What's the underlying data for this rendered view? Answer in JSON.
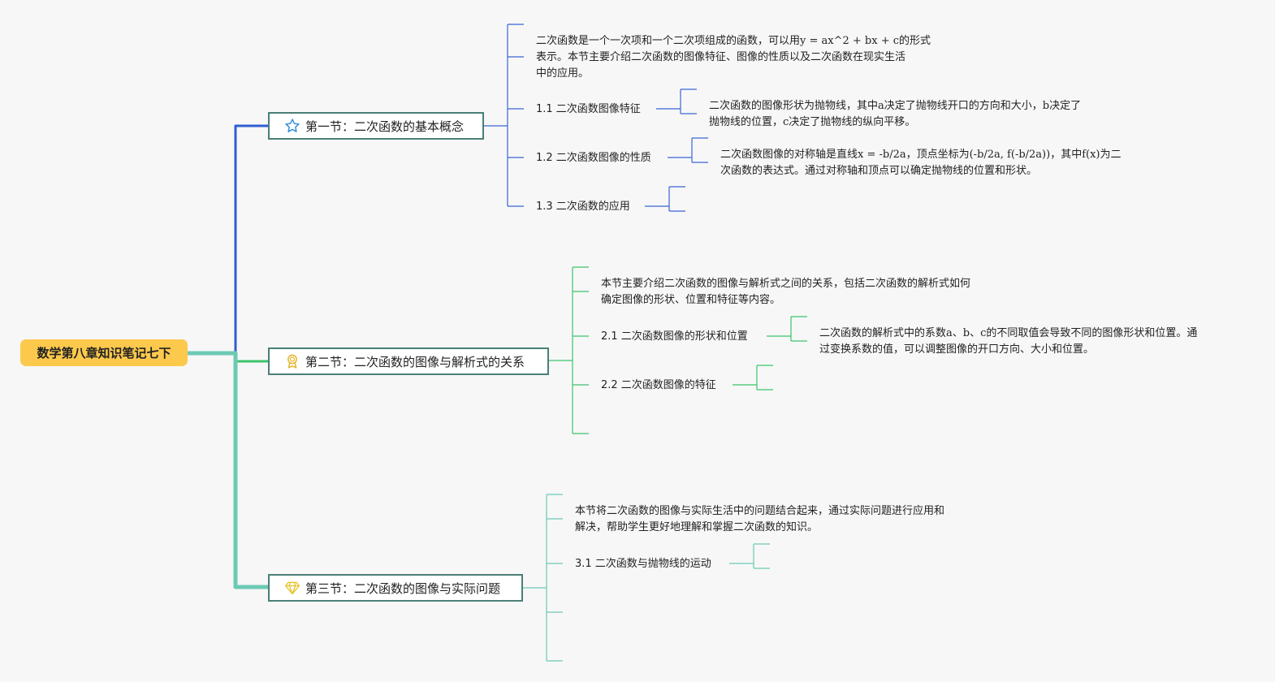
{
  "root": {
    "label": "数学第八章知识笔记七下",
    "color": "#fcc94c"
  },
  "colors": {
    "section1": "#2f5fd0",
    "section2": "#3cc46b",
    "section3": "#6cc9b4",
    "border": "#4a7f76"
  },
  "sections": [
    {
      "icon": "star-icon",
      "label": "第一节：二次函数的基本概念",
      "intro_lines": [
        "二次函数是一个一次项和一个二次项组成的函数，可以用y = ax^2 + bx + c的形式",
        "表示。本节主要介绍二次函数的图像特征、图像的性质以及二次函数在现实生活",
        "中的应用。"
      ],
      "items": [
        {
          "label": "1.1 二次函数图像特征",
          "detail_lines": [
            "二次函数的图像形状为抛物线，其中a决定了抛物线开口的方向和大小，b决定了",
            "抛物线的位置，c决定了抛物线的纵向平移。"
          ]
        },
        {
          "label": "1.2 二次函数图像的性质",
          "detail_lines": [
            "二次函数图像的对称轴是直线x = -b/2a，顶点坐标为(-b/2a, f(-b/2a))，其中f(x)为二",
            "次函数的表达式。通过对称轴和顶点可以确定抛物线的位置和形状。"
          ]
        },
        {
          "label": "1.3 二次函数的应用",
          "detail_lines": []
        }
      ]
    },
    {
      "icon": "award-icon",
      "label": "第二节：二次函数的图像与解析式的关系",
      "intro_lines": [
        "本节主要介绍二次函数的图像与解析式之间的关系，包括二次函数的解析式如何",
        "确定图像的形状、位置和特征等内容。"
      ],
      "items": [
        {
          "label": "2.1 二次函数图像的形状和位置",
          "detail_lines": [
            "二次函数的解析式中的系数a、b、c的不同取值会导致不同的图像形状和位置。通",
            "过变换系数的值，可以调整图像的开口方向、大小和位置。"
          ]
        },
        {
          "label": "2.2 二次函数图像的特征",
          "detail_lines": []
        }
      ]
    },
    {
      "icon": "diamond-icon",
      "label": "第三节：二次函数的图像与实际问题",
      "intro_lines": [
        "本节将二次函数的图像与实际生活中的问题结合起来，通过实际问题进行应用和",
        "解决，帮助学生更好地理解和掌握二次函数的知识。"
      ],
      "items": [
        {
          "label": "3.1 二次函数与抛物线的运动",
          "detail_lines": []
        }
      ]
    }
  ]
}
